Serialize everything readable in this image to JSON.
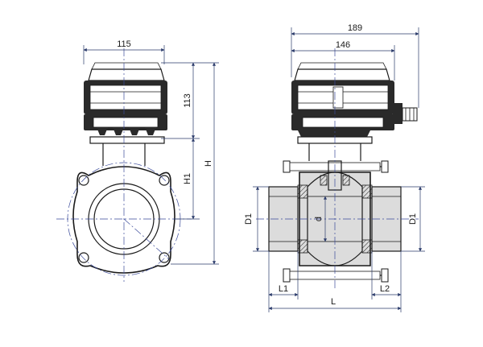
{
  "dimensions": {
    "width_left": "115",
    "total_width": "189",
    "actuator_width": "146",
    "actuator_height": "113",
    "h1": "H1",
    "h": "H",
    "d1_left": "D1",
    "d1_right": "D1",
    "bore": "d",
    "l1": "L1",
    "l2": "L2",
    "length": "L"
  },
  "colors": {
    "line": "#1a1a1a",
    "dimension": "#2a3a6a",
    "centerline": "#3a4a9a",
    "body": "#dcdcdc",
    "actuator": "#2a2a2a"
  }
}
